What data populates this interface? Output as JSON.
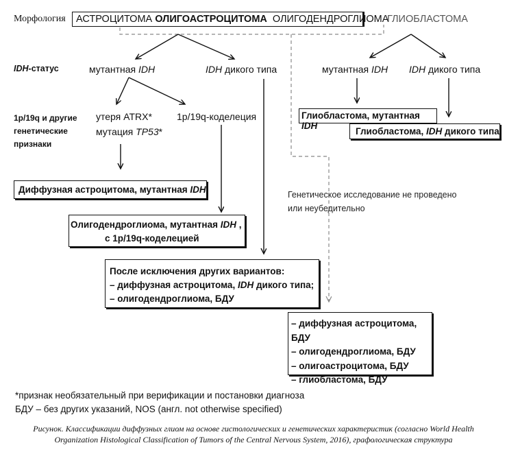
{
  "header": {
    "morphology_label": "Морфология",
    "astro": "АСТРОЦИТОМА",
    "oligoastro": "ОЛИГОАСТРОЦИТОМА",
    "oligodendro": "ОЛИГОДЕНДРОГЛИОМА",
    "glioblastoma": "ГЛИОБЛАСТОМА"
  },
  "rows": {
    "idh_status_em": "IDH",
    "idh_status_rest": "-статус",
    "genetic_label_1": "1p/19q и другие",
    "genetic_label_2": "генетические",
    "genetic_label_3": "признаки"
  },
  "left": {
    "mutant_prefix": "мутантная ",
    "mutant_em": "IDH",
    "wild_em": "IDH",
    "wild_suffix": " дикого типа",
    "atrx": "утеря ATRX*",
    "tp53_prefix": "мутация ",
    "tp53_em": "TP53",
    "tp53_suffix": "*",
    "codeletion": "1p/19q-коделеция"
  },
  "right": {
    "mutant_prefix": "мутантная ",
    "mutant_em": "IDH",
    "wild_em": "IDH",
    "wild_suffix": " дикого типа",
    "gbm_mutant_prefix": "Глиобластома, мутантная ",
    "gbm_mutant_em": "IDH",
    "gbm_wild_prefix": "Глиобластома, ",
    "gbm_wild_em": "IDH",
    "gbm_wild_suffix": " дикого типа"
  },
  "boxes": {
    "diffuse_prefix": "Диффузная астроцитома, мутантная ",
    "diffuse_em": "IDH",
    "oligo_line1_prefix": "Олигодендроглиома, мутантная ",
    "oligo_line1_em": "IDH",
    "oligo_line1_suffix": " ,",
    "oligo_line2": "с 1p/19q-коделецией",
    "exclusion_title": "После исключения других вариантов:",
    "exclusion_item1_prefix": "– диффузная астроцитома, ",
    "exclusion_item1_em": "IDH",
    "exclusion_item1_suffix": "  дикого типа;",
    "exclusion_item2": "– олигодендроглиома, БДУ",
    "nos_items": [
      "– диффузная астроцитома, БДУ",
      "–  олигодендроглиома, БДУ",
      "– олигоастроцитома, БДУ",
      "–  глиобластома, БДУ"
    ]
  },
  "genetic_note_line1": "Генетическое исследование не проведено",
  "genetic_note_line2": "или неубедительно",
  "footnotes": {
    "line1": "*признак необязательный при верификации и постановки диагноза",
    "line2": "БДУ – без других указаний, NOS (англ. not otherwise specified)"
  },
  "caption": {
    "line1": "Рисунок. Классификации диффузных глиом на основе гистологических и генетических характеристик (согласно World Health",
    "line2": "Organization Histological Classification of Tumors of the Central Nervous System, 2016), графологическая структура"
  }
}
